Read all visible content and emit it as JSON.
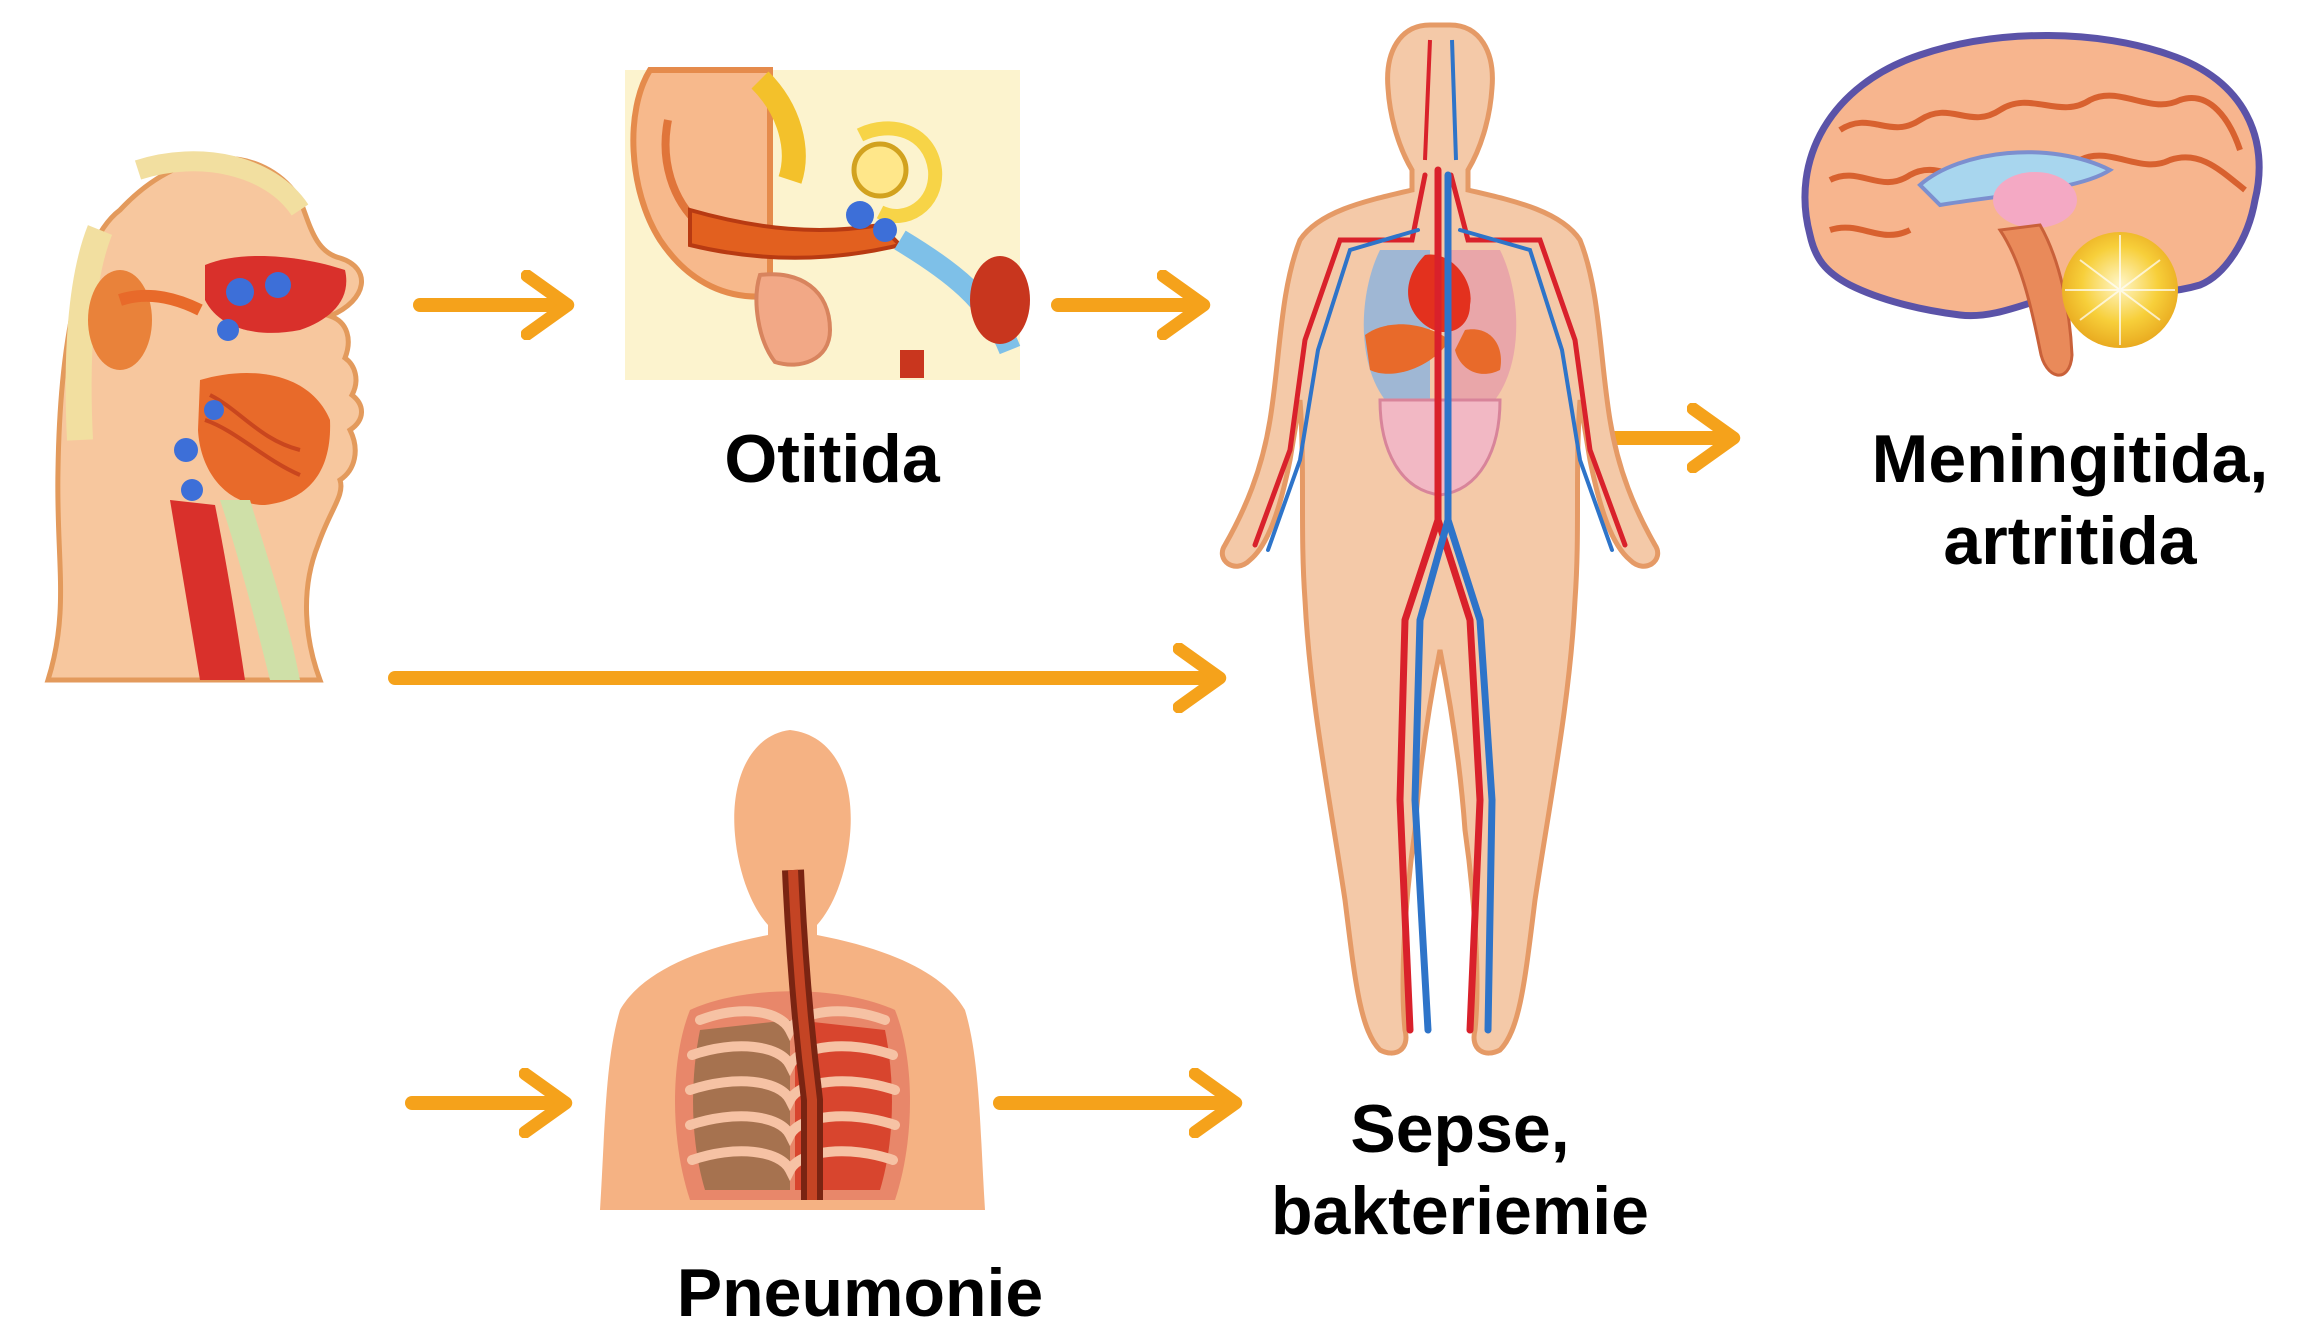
{
  "labels": {
    "otitis": "Otitida",
    "meningitis_line1": "Meningitida,",
    "meningitis_line2": "artritida",
    "sepsis_line1": "Sepse,",
    "sepsis_line2": "bakteriemie",
    "pneumonia": "Pneumonie"
  },
  "colors": {
    "arrow": "#F5A21B",
    "skin": "#F4B48A",
    "artery": "#D9212B",
    "vein": "#2E74C9",
    "text": "#000000"
  },
  "icons": {
    "head": "head-cross-section-icon",
    "ear": "ear-anatomy-icon",
    "body": "circulatory-system-icon",
    "brain": "brain-sagittal-icon",
    "lungs": "torso-lungs-icon"
  }
}
